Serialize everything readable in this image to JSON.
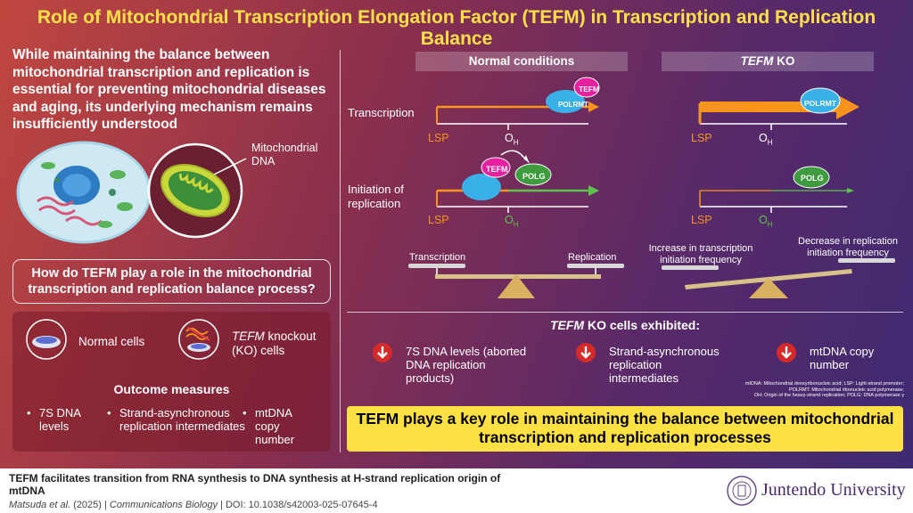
{
  "title": "Role of Mitochondrial Transcription Elongation Factor (TEFM) in Transcription and Replication Balance",
  "intro": "While maintaining the balance between mitochondrial transcription and replication is essential for preventing mitochondrial diseases and aging, its underlying mechanism remains insufficiently understood",
  "cell_label": "Mitochondrial DNA",
  "question": "How do TEFM play a role in the mitochondrial transcription and replication balance process?",
  "cells": {
    "normal": "Normal cells",
    "ko_italic": "TEFM",
    "ko_rest": " knockout",
    "ko_line2": "(KO) cells"
  },
  "outcome": {
    "title": "Outcome measures",
    "items": [
      "7S DNA levels",
      "Strand-asynchronous replication intermediates",
      "mtDNA copy number"
    ]
  },
  "conditions": {
    "normal": "Normal conditions",
    "ko_italic": "TEFM",
    "ko_rest": " KO"
  },
  "rows": {
    "transcription": "Transcription",
    "initiation_1": "Initiation of",
    "initiation_2": "replication"
  },
  "labels": {
    "lsp": "LSP",
    "oh": "O",
    "oh_sub": "H",
    "polrmt": "POLRMT",
    "tefm": "TEFM",
    "polg": "POLG"
  },
  "balance": {
    "normal_left": "Transcription",
    "normal_right": "Replication",
    "ko_left_1": "Increase in transcription",
    "ko_left_2": "initiation frequency",
    "ko_right_1": "Decrease in replication",
    "ko_right_2": "initiation frequency"
  },
  "exhibited": {
    "title_italic": "TEFM",
    "title_rest": " KO cells exhibited:",
    "items": [
      [
        "7S DNA levels (aborted",
        "DNA replication",
        "products)"
      ],
      [
        "Strand-asynchronous",
        "replication",
        "intermediates"
      ],
      [
        "mtDNA copy",
        "number"
      ]
    ]
  },
  "abbreviations": [
    "mtDNA: Mitochondrial deoxyribonucleic acid; LSP: Light-strand promoter;",
    "POLRMT: Mitochondrial ribonucleic acid polymerase;",
    "OH: Origin of the heavy-strand replication; POLG: DNA polymerase γ"
  ],
  "result": "TEFM plays a key role in maintaining the balance between mitochondrial transcription and replication processes",
  "footer": {
    "title": "TEFM facilitates transition from RNA synthesis to DNA synthesis at H-strand replication origin of mtDNA",
    "author_italic": "Matsuda et al.",
    "author_rest": " (2025)  |  ",
    "journal": "Communications Biology",
    "doi": "  |  DOI: 10.1038/s42003-025-07645-4",
    "university": "Juntendo University"
  },
  "colors": {
    "accent_yellow": "#ffe144",
    "lsp_orange": "#f7941d",
    "oh_green": "#5cc44a",
    "tefm_magenta": "#e6209e",
    "polrmt_blue": "#3ab0e8",
    "polg_green": "#3e9b3e",
    "down_arrow_red": "#d42a2a"
  }
}
